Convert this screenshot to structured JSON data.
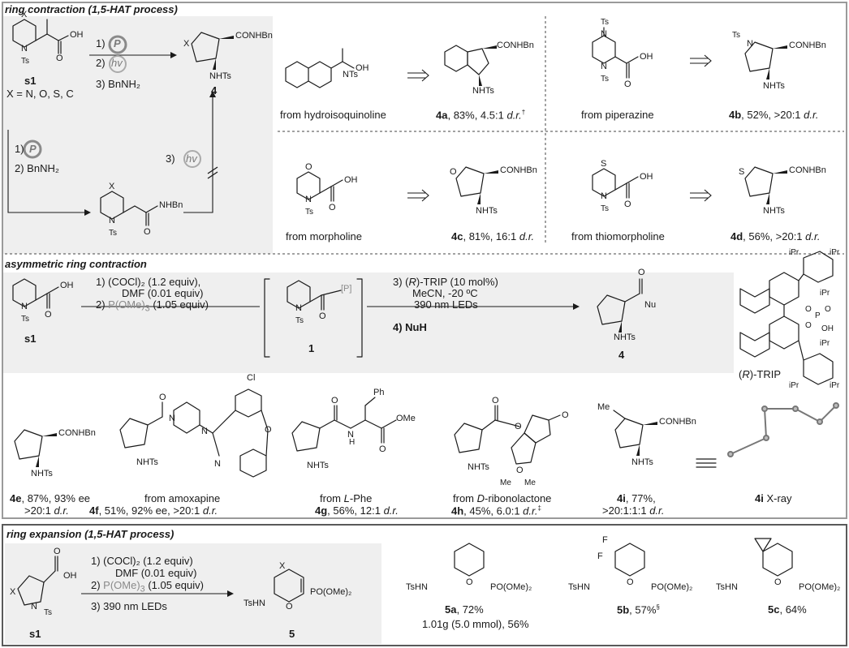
{
  "sections": {
    "s1_header": "ring contraction (1,5-HAT process)",
    "s2_header": "asymmetric ring contraction",
    "s3_header": "ring expansion (1,5-HAT process)"
  },
  "scheme1": {
    "steps_a": [
      "1)",
      "P",
      "2)",
      "hv",
      "3) BnNH₂"
    ],
    "steps_b": [
      "1)",
      "P",
      "2) BnNH₂"
    ],
    "step_hv": "3)",
    "hv_label": "hv",
    "start_label": "s1",
    "x_def": "X = N, O, S, C",
    "product_label": "4",
    "atoms": {
      "X": "X",
      "N": "N",
      "Ts": "Ts",
      "OH": "OH",
      "O": "O",
      "NHBn": "NHBn",
      "CONHBn": "CONHBn",
      "NHTs": "NHTs"
    }
  },
  "examples": [
    {
      "from": "from hydroisoquinoline",
      "cmp": "4a",
      "result": ", 83%, 4.5:1 ",
      "dr": "d.r.",
      "mark": "†"
    },
    {
      "from": "from piperazine",
      "cmp": "4b",
      "result": ", 52%, >20:1 ",
      "dr": "d.r."
    },
    {
      "from": "from morpholine",
      "cmp": "4c",
      "result": ", 81%, 16:1 ",
      "dr": "d.r."
    },
    {
      "from": "from thiomorpholine",
      "cmp": "4d",
      "result": ", 56%, >20:1 ",
      "dr": "d.r."
    }
  ],
  "asym": {
    "cond_top": [
      "1) (COCl)₂ (1.2 equiv),",
      "DMF (0.01 equiv)",
      "2) P(OMe)₃ (1.05 equiv)"
    ],
    "cond_right": [
      "3) (R)-TRIP (10 mol%)",
      "MeCN, -20 ºC",
      "390 nm LEDs"
    ],
    "cond_nuh": "4) NuH",
    "intermediate": "1",
    "P_label": "[P]",
    "Nu": "Nu",
    "start": "s1",
    "product": "4",
    "trip_label": "(R)-TRIP",
    "trip_atoms": [
      "iPr",
      "iPr",
      "iPr",
      "iPr",
      "iPr",
      "iPr",
      "O",
      "O",
      "P",
      "O",
      "OH"
    ]
  },
  "products2": [
    {
      "cmp": "4e",
      "line1": ", 87%, 93% ee",
      "line2": ">20:1 ",
      "dr": "d.r."
    },
    {
      "pre": "from amoxapine",
      "cmp": "4f",
      "line": ", 51%, 92% ee, >20:1 ",
      "dr": "d.r."
    },
    {
      "pre": "from L-Phe",
      "cmp": "4g",
      "line": ", 56%, 12:1 ",
      "dr": "d.r."
    },
    {
      "pre": "from D-ribonolactone",
      "cmp": "4h",
      "line": ", 45%, 6.0:1 ",
      "dr": "d.r.",
      "mark": "‡"
    },
    {
      "cmp": "4i",
      "line1": ", 77%,",
      "line2": ">20:1:1:1 ",
      "dr": "d.r."
    },
    {
      "cmp": "4i",
      "line": " X-ray"
    }
  ],
  "p2_atoms": {
    "Cl": "Cl",
    "Ph": "Ph",
    "OMe": "OMe",
    "Me": "Me",
    "H": "H",
    "N": "N",
    "O": "O",
    "Ts": "Ts"
  },
  "expansion": {
    "cond": [
      "1) (COCl)₂ (1.2 equiv)",
      "DMF (0.01 equiv)",
      "2) P(OMe)₃ (1.05 equiv)",
      "3) 390 nm LEDs"
    ],
    "start": "s1",
    "product": "5",
    "po": "PO(OMe)₂",
    "tshn": "TsHN",
    "items": [
      {
        "cmp": "5a",
        "line1": ", 72%",
        "line2": "1.01g (5.0 mmol), 56%"
      },
      {
        "cmp": "5b",
        "line1": ", 57%",
        "mark": "§",
        "F": "F"
      },
      {
        "cmp": "5c",
        "line1": ", 64%"
      }
    ]
  }
}
